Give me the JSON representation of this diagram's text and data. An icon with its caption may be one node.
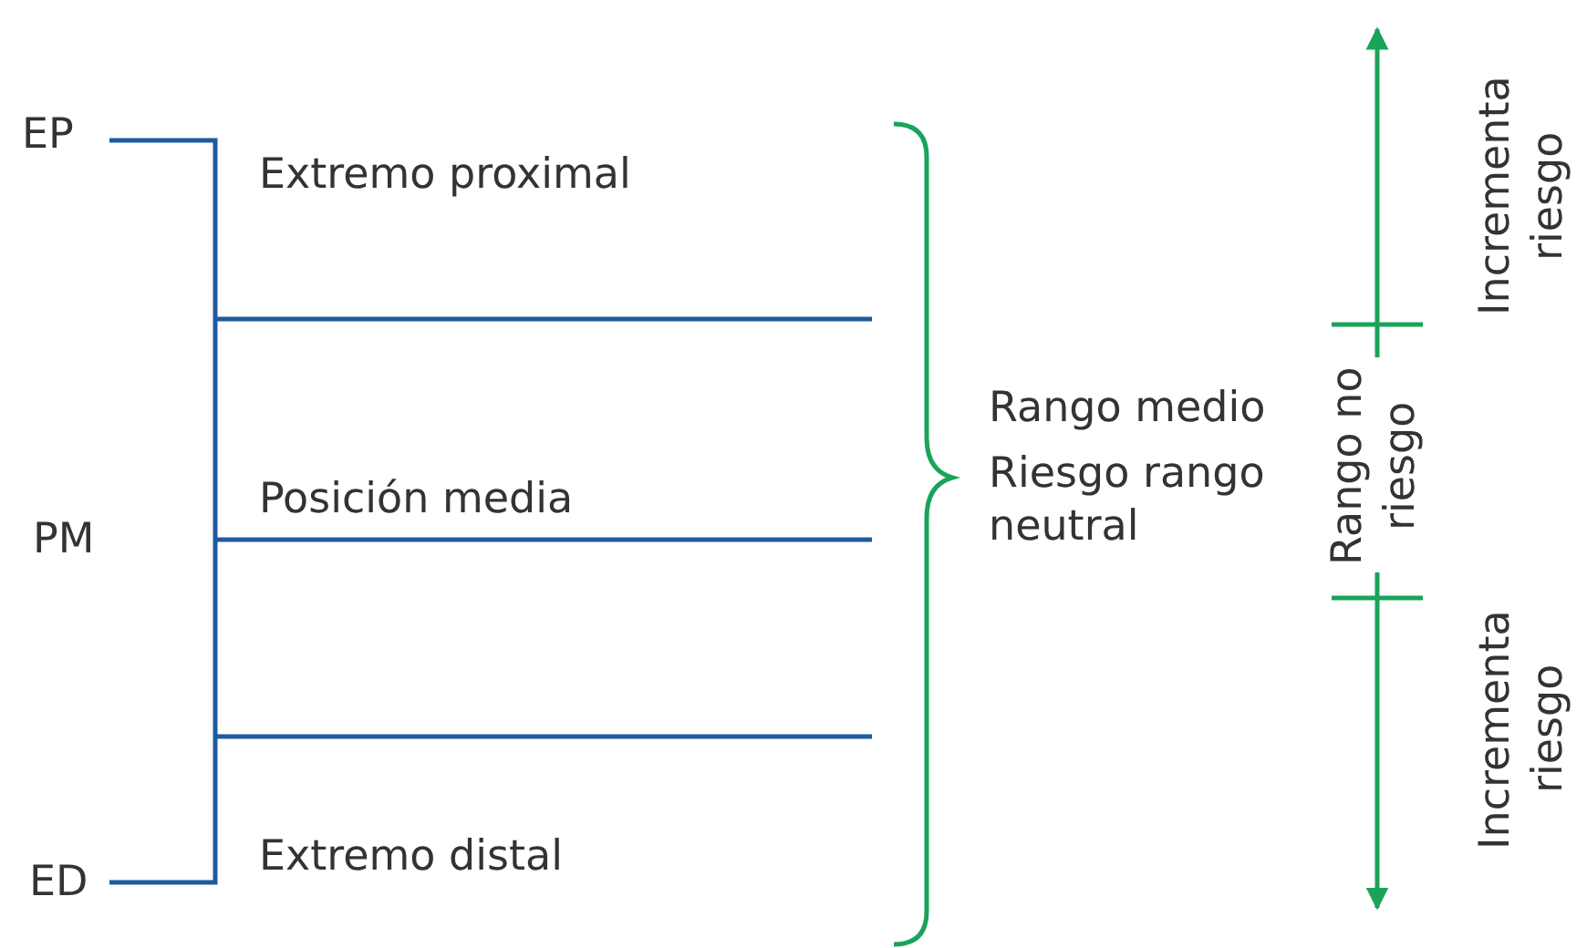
{
  "diagram": {
    "labels": [
      "EP",
      "Extremo proximal",
      "Incrementa riesgo",
      "Rango medio",
      "Riesgo rango neutral",
      "Rango no riesgo",
      "PM",
      "Posición media",
      "Incrementa riesgo",
      "ED",
      "Extremo distal"
    ]
  }
}
